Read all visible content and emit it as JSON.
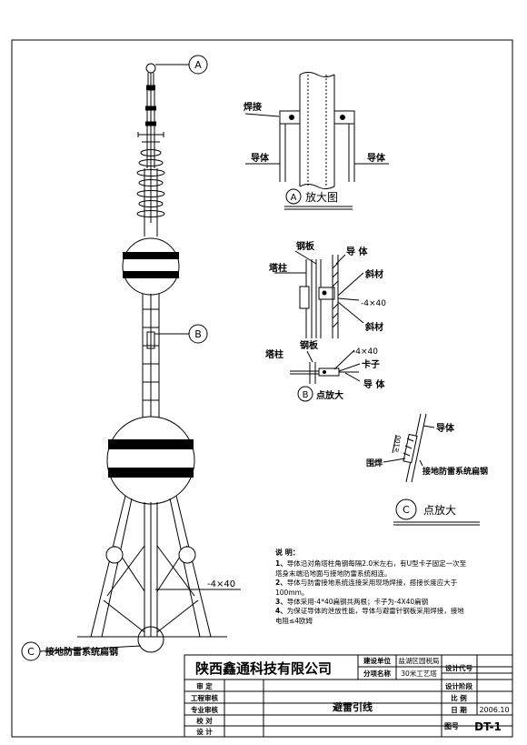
{
  "callouts": {
    "a": "A",
    "b": "B",
    "c": "C"
  },
  "tower": {
    "flat_steel_spec": "-4×40",
    "ground_label": "接地防雷系统扁钢"
  },
  "detail_a": {
    "weld_label": "焊接",
    "conductor_left": "导体",
    "conductor_right": "导体",
    "title": "放大图"
  },
  "detail_b": {
    "steel_plate_top": "钢板",
    "conductor_top": "导 体",
    "tower_column_top": "塔柱",
    "diagonal_1": "斜材",
    "spec_top": "-4×40",
    "diagonal_2": "斜材",
    "tower_column_bottom": "塔柱",
    "steel_plate_bottom": "钢板",
    "spec_bottom": "-4×40",
    "clamp": "卡子",
    "conductor_bottom": "导 体",
    "title": "点放大"
  },
  "detail_c": {
    "conductor": "导体",
    "dim": "≥100",
    "weld": "围焊",
    "ground_label": "接地防雷系统扁钢",
    "title": "点放大"
  },
  "notes": {
    "title": "说  明：",
    "items": [
      {
        "num": "1、",
        "text": "导体沿对角塔柱角钢每隔2.0米左右，有U型卡子固定一次至塔身末端沿地面与接地防雷系统相连。"
      },
      {
        "num": "2、",
        "text": "导体与防雷接地系统连接采用现场焊接，搭接长度应大于100mm。"
      },
      {
        "num": "3、",
        "text": "导体采用-4*40扁钢共两根；卡子为-4X40扁钢"
      },
      {
        "num": "4、",
        "text": "为保证导体的泄放性能，导体与避雷针钢板采用焊接，接地电阻≤4欧姆"
      }
    ]
  },
  "title_block": {
    "company": "陕西鑫通科技有限公司",
    "build_unit_label": "建设单位",
    "build_unit_value": "盐湖区园税局",
    "sub_project_label": "分项名称",
    "sub_project_value": "30米工艺塔",
    "design_code_label": "设计代号",
    "design_stage_label": "设计阶段",
    "ratio_label": "比   例",
    "date_label": "日   期",
    "date_value": "2006.10",
    "drawing_no_label": "图号",
    "drawing_no_value": "DT-1",
    "roles": [
      "审    定",
      "工程审核",
      "专业审核",
      "校    对",
      "设    计"
    ],
    "drawing_title": "避雷引线"
  }
}
